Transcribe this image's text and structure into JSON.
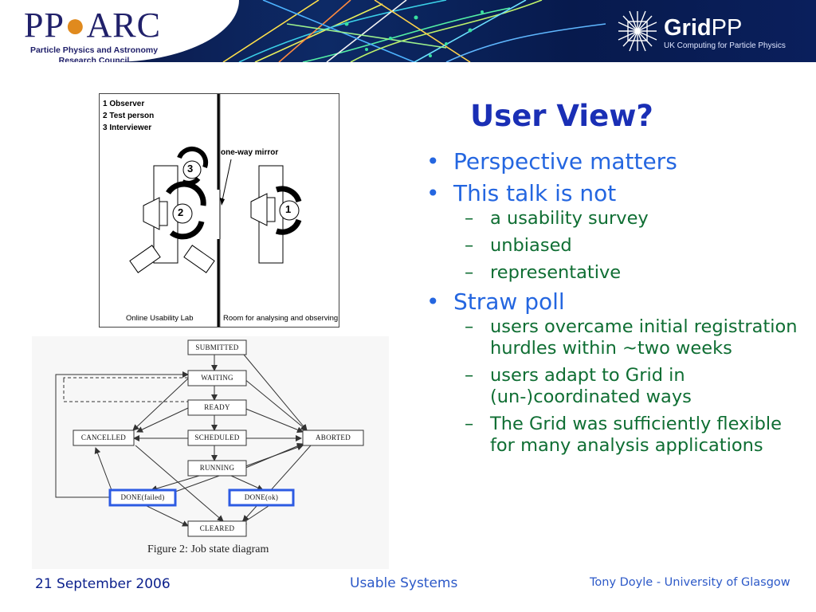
{
  "header": {
    "pparc_logo_left": "PP",
    "pparc_logo_right": "ARC",
    "pparc_subtitle_line1": "Particle Physics and Astronomy",
    "pparc_subtitle_line2": "Research Council",
    "gridpp_logo_bold": "Grid",
    "gridpp_logo_pp": "PP",
    "gridpp_subtitle": "UK Computing for Particle Physics"
  },
  "lab_figure": {
    "legend": [
      "1 Observer",
      "2 Test person",
      "3 Interviewer"
    ],
    "mirror_label": "one-way mirror",
    "caption_left": "Online Usability Lab",
    "caption_right": "Room for analysing and observing",
    "markers": [
      "1",
      "2",
      "3"
    ]
  },
  "state_diagram": {
    "states": {
      "submitted": "SUBMITTED",
      "waiting": "WAITING",
      "ready": "READY",
      "cancelled": "CANCELLED",
      "scheduled": "SCHEDULED",
      "aborted": "ABORTED",
      "running": "RUNNING",
      "done_failed": "DONE(failed)",
      "done_ok": "DONE(ok)",
      "cleared": "CLEARED"
    },
    "caption": "Figure 2: Job state diagram",
    "highlight_color": "#2d5be3"
  },
  "slide": {
    "title": "User View?",
    "bullets": [
      {
        "text": "Perspective matters",
        "sub": []
      },
      {
        "text": "This talk is not",
        "sub": [
          "a usability survey",
          "unbiased",
          "representative"
        ]
      },
      {
        "text": "Straw poll",
        "sub": [
          "users overcame initial registration hurdles within ~two weeks",
          "users adapt to Grid in (un-)coordinated ways",
          "The Grid was sufficiently flexible for many analysis applications"
        ]
      }
    ],
    "bullet_color": "#2466e0",
    "sub_bullet_color": "#0f6e33",
    "title_color": "#1a2fb5"
  },
  "footer": {
    "date": "21 September 2006",
    "center": "Usable Systems",
    "right": "Tony Doyle - University of Glasgow"
  }
}
